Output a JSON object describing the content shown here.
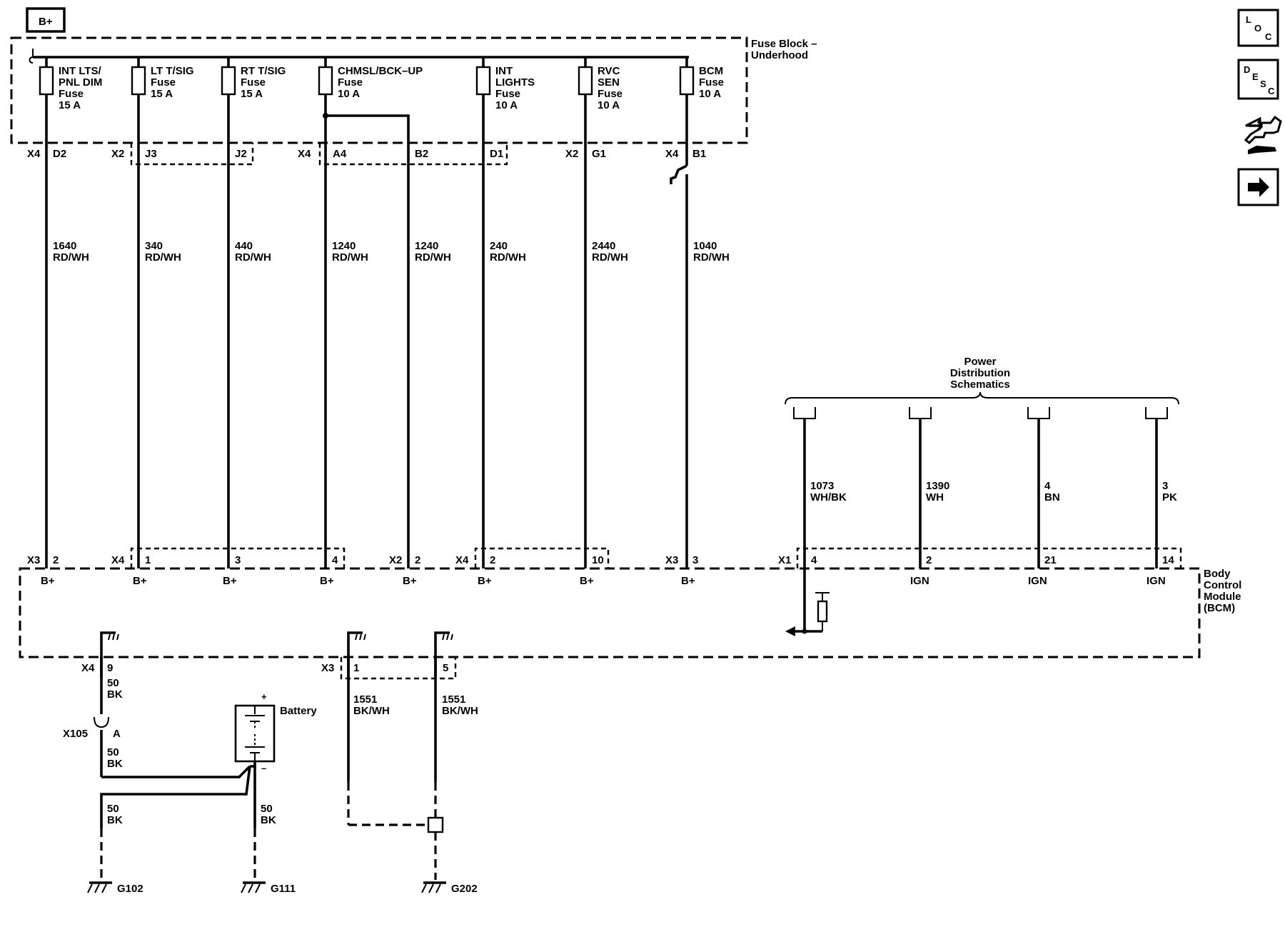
{
  "bplus_tag": "B+",
  "fuse_block": {
    "label1": "Fuse Block –",
    "label2": "Underhood"
  },
  "fuses": [
    {
      "lines": [
        "INT LTS/",
        "PNL DIM",
        "Fuse",
        "15 A"
      ],
      "conn": "X4",
      "pin": "D2",
      "circuit": "1640",
      "color": "RD/WH",
      "bcm_conn": "X3",
      "bcm_pin": "2"
    },
    {
      "lines": [
        "LT T/SIG",
        "Fuse",
        "15 A"
      ],
      "conn": "X2",
      "pin": "J3",
      "circuit": "340",
      "color": "RD/WH",
      "bcm_conn": "X4",
      "bcm_pin": "1"
    },
    {
      "lines": [
        "RT T/SIG",
        "Fuse",
        "15 A"
      ],
      "conn": "",
      "pin": "J2",
      "circuit": "440",
      "color": "RD/WH",
      "bcm_conn": "",
      "bcm_pin": "3"
    },
    {
      "lines": [
        "CHMSL/BCK–UP",
        "Fuse",
        "10 A"
      ],
      "conn": "X4",
      "pin": "A4",
      "circuit": "1240",
      "color": "RD/WH",
      "bcm_conn": "",
      "bcm_pin": "4"
    },
    {
      "lines": [],
      "conn": "",
      "pin": "B2",
      "circuit": "1240",
      "color": "RD/WH",
      "bcm_conn": "X2",
      "bcm_pin": "2"
    },
    {
      "lines": [
        "INT",
        "LIGHTS",
        "Fuse",
        "10 A"
      ],
      "conn": "",
      "pin": "D1",
      "circuit": "240",
      "color": "RD/WH",
      "bcm_conn": "X4",
      "bcm_pin": "2"
    },
    {
      "lines": [
        "RVC",
        "SEN",
        "Fuse",
        "10 A"
      ],
      "conn": "X2",
      "pin": "G1",
      "circuit": "2440",
      "color": "RD/WH",
      "bcm_conn": "",
      "bcm_pin": "10"
    },
    {
      "lines": [
        "BCM",
        "Fuse",
        "10 A"
      ],
      "conn": "X4",
      "pin": "B1",
      "circuit": "1040",
      "color": "RD/WH",
      "bcm_conn": "X3",
      "bcm_pin": "3"
    }
  ],
  "bcm": {
    "line1": "Body",
    "line2": "Control",
    "line3": "Module",
    "line4": "(BCM)",
    "bplus": "B+",
    "ign": "IGN"
  },
  "power_dist": {
    "line1": "Power",
    "line2": "Distribution",
    "line3": "Schematics"
  },
  "ign_circuits": [
    {
      "circuit": "1073",
      "color": "WH/BK",
      "conn": "X1",
      "pin": "4"
    },
    {
      "circuit": "1390",
      "color": "WH",
      "pin": "2"
    },
    {
      "circuit": "4",
      "color": "BN",
      "pin": "21"
    },
    {
      "circuit": "3",
      "color": "PK",
      "pin": "14"
    }
  ],
  "grounds": {
    "left": {
      "conn": "X4",
      "pin": "9",
      "circuit": "50",
      "color": "BK",
      "inline": "X105",
      "inline_pin": "A"
    },
    "mid": {
      "conn": "X3",
      "pin1": "1",
      "pin2": "5",
      "circuit": "1551",
      "color": "BK/WH"
    },
    "battery": {
      "label": "Battery",
      "plus": "+",
      "minus": "–"
    },
    "wire50": "50",
    "wireBK": "BK",
    "g102": "G102",
    "g111": "G111",
    "g202": "G202"
  },
  "nav": {
    "loc": "LOC",
    "desc": "DESC"
  }
}
